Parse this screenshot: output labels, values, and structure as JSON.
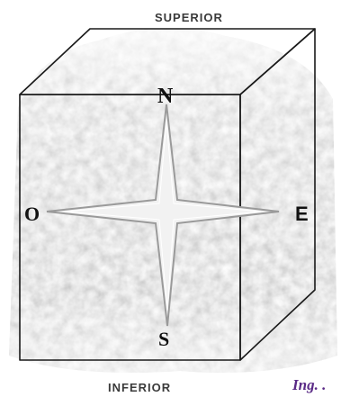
{
  "diagram": {
    "faces": {
      "top": "SUPERIOR",
      "bottom": "INFERIOR"
    },
    "directions": {
      "north": "N",
      "south": "S",
      "west": "O",
      "east": "E"
    },
    "author_credit": "Ing. ."
  },
  "colors": {
    "box_edges": "#1a1a1a",
    "star_fill": "#f2f2f2",
    "star_stroke": "#9a9a9a",
    "foliage_dark": "#6f6f6f",
    "foliage_light": "#c9c9c9",
    "credit_text": "#5a2a86"
  }
}
